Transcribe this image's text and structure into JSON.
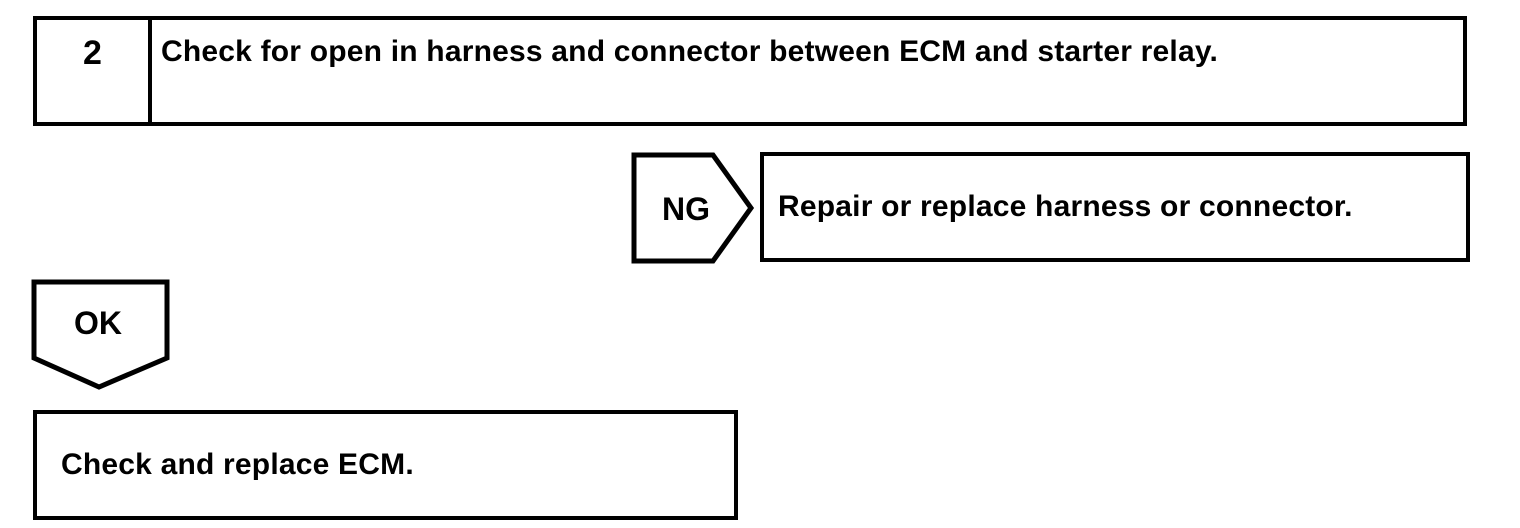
{
  "page": {
    "background": "#ffffff",
    "ink": "#000000"
  },
  "flowchart": {
    "step": {
      "number": "2",
      "instruction": "Check for open in harness and connector between ECM and starter relay."
    },
    "ng_branch": {
      "label": "NG",
      "action": "Repair or replace harness or connector."
    },
    "ok_branch": {
      "label": "OK",
      "action": "Check and replace ECM."
    }
  }
}
